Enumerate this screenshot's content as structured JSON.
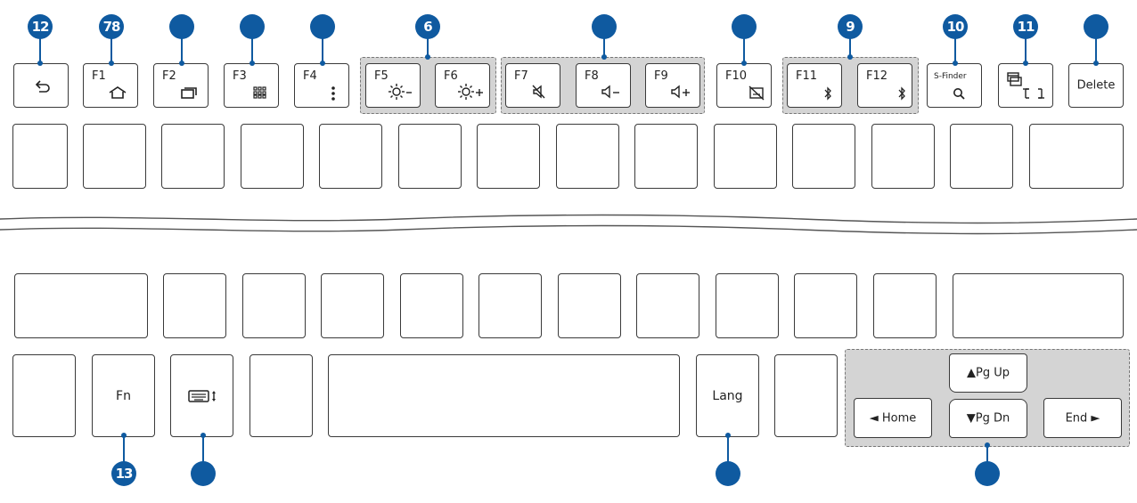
{
  "keys": {
    "back": "",
    "f1": "F1",
    "f2": "F2",
    "f3": "F3",
    "f4": "F4",
    "f5": "F5",
    "f6": "F6",
    "f7": "F7",
    "f8": "F8",
    "f9": "F9",
    "f10": "F10",
    "f11": "F11",
    "f12": "F12",
    "sfinder": "S-Finder",
    "delete": "Delete",
    "fn": "Fn",
    "lang": "Lang",
    "pgup": "▲Pg Up",
    "pgdn": "▼Pg Dn",
    "home": "◄ Home",
    "end": "End ►"
  },
  "callouts": {
    "c12": "12",
    "c78": "78",
    "c2": "",
    "c3": "",
    "c4": "",
    "c6": "6",
    "c7": "",
    "c8": "",
    "c9": "9",
    "c10": "10",
    "c11": "11",
    "c5": "",
    "c13": "13",
    "c14": "",
    "c15": "",
    "c16": ""
  },
  "colors": {
    "callout": "#0f5aa0",
    "group_fill": "#d4d4d4",
    "key_border": "#3a3a3a"
  },
  "icons": {
    "back": "back-arrow-icon",
    "f1": "home-icon",
    "f2": "recent-apps-icon",
    "f3": "app-grid-icon",
    "f4": "menu-dots-icon",
    "f5": "brightness-down-icon",
    "f6": "brightness-up-icon",
    "f7": "mute-icon",
    "f8": "volume-down-icon",
    "f9": "volume-up-icon",
    "f10": "touchpad-off-icon",
    "f11": "bluetooth-icon",
    "f12": "bluetooth-icon",
    "sfinder": "search-icon",
    "window": "multi-window-icon",
    "kbd": "keyboard-toggle-icon"
  }
}
